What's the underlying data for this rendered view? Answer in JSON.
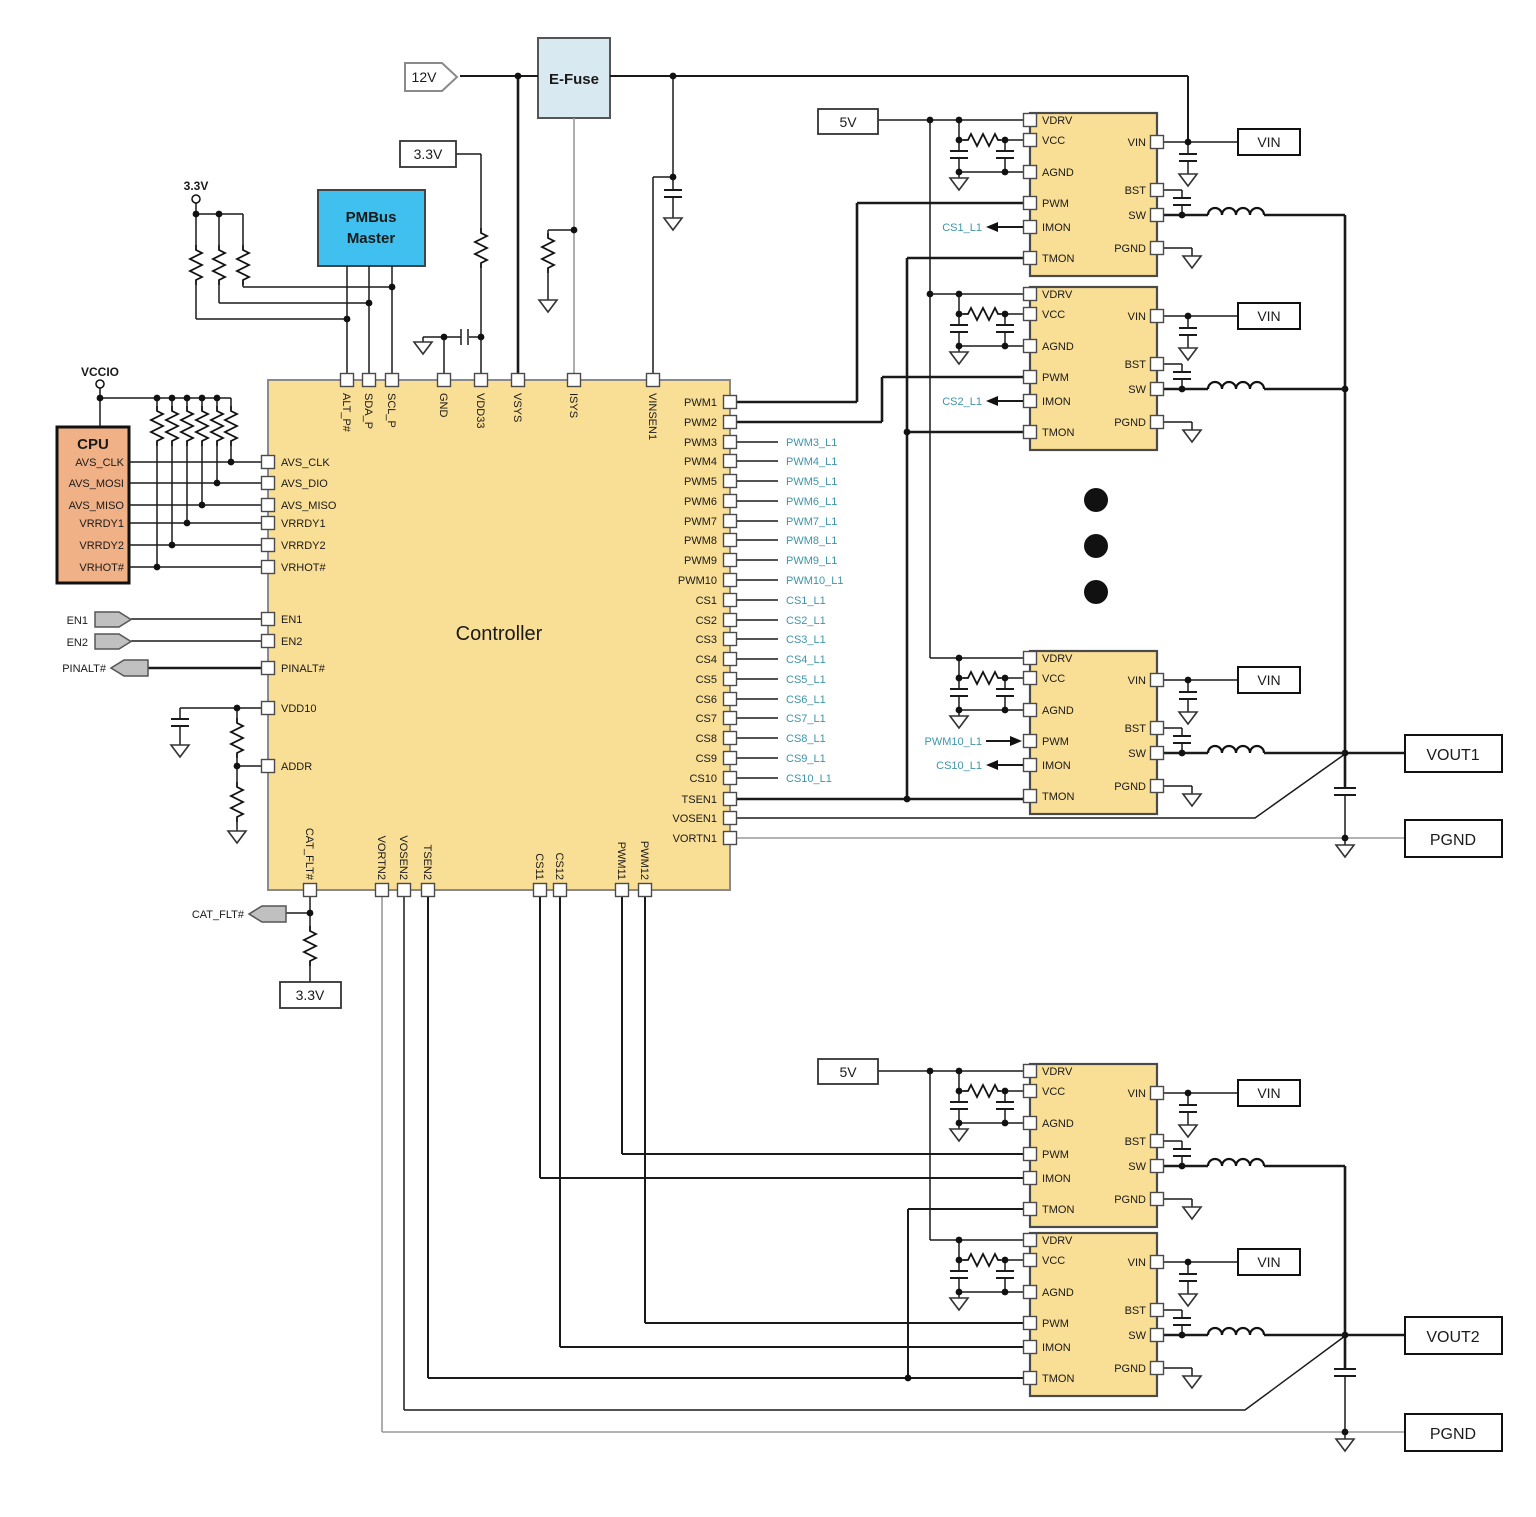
{
  "labels": {
    "v12": "12V",
    "v33": "3.3V",
    "v5": "5V",
    "vccio": "VCCIO",
    "vin": "VIN",
    "vout1": "VOUT1",
    "vout2": "VOUT2",
    "pgnd": "PGND"
  },
  "efuse": {
    "title": "E-Fuse"
  },
  "pmbus": {
    "line1": "PMBus",
    "line2": "Master"
  },
  "cpu": {
    "title": "CPU",
    "pins": [
      "AVS_CLK",
      "AVS_MOSI",
      "AVS_MISO",
      "VRRDY1",
      "VRRDY2",
      "VRHOT#"
    ]
  },
  "controller": {
    "label": "Controller",
    "left_pins": [
      "AVS_CLK",
      "AVS_DIO",
      "AVS_MISO",
      "VRRDY1",
      "VRRDY2",
      "VRHOT#",
      "EN1",
      "EN2",
      "PINALT#",
      "VDD10",
      "ADDR"
    ],
    "top_pins": [
      "ALT_P#",
      "SDA_P",
      "SCL_P",
      "GND",
      "VDD33",
      "VSYS",
      "ISYS",
      "VINSEN1"
    ],
    "right_pins": [
      {
        "label": "PWM1",
        "net": ""
      },
      {
        "label": "PWM2",
        "net": ""
      },
      {
        "label": "PWM3",
        "net": "PWM3_L1"
      },
      {
        "label": "PWM4",
        "net": "PWM4_L1"
      },
      {
        "label": "PWM5",
        "net": "PWM5_L1"
      },
      {
        "label": "PWM6",
        "net": "PWM6_L1"
      },
      {
        "label": "PWM7",
        "net": "PWM7_L1"
      },
      {
        "label": "PWM8",
        "net": "PWM8_L1"
      },
      {
        "label": "PWM9",
        "net": "PWM9_L1"
      },
      {
        "label": "PWM10",
        "net": "PWM10_L1"
      },
      {
        "label": "CS1",
        "net": "CS1_L1"
      },
      {
        "label": "CS2",
        "net": "CS2_L1"
      },
      {
        "label": "CS3",
        "net": "CS3_L1"
      },
      {
        "label": "CS4",
        "net": "CS4_L1"
      },
      {
        "label": "CS5",
        "net": "CS5_L1"
      },
      {
        "label": "CS6",
        "net": "CS6_L1"
      },
      {
        "label": "CS7",
        "net": "CS7_L1"
      },
      {
        "label": "CS8",
        "net": "CS8_L1"
      },
      {
        "label": "CS9",
        "net": "CS9_L1"
      },
      {
        "label": "CS10",
        "net": "CS10_L1"
      },
      {
        "label": "TSEN1",
        "net": ""
      },
      {
        "label": "VOSEN1",
        "net": ""
      },
      {
        "label": "VORTN1",
        "net": ""
      }
    ],
    "bottom_pins": [
      "CAT_FLT#",
      "VORTN2",
      "VOSEN2",
      "TSEN2",
      "CS11",
      "CS12",
      "PWM11",
      "PWM12"
    ]
  },
  "external_signals": {
    "en1": "EN1",
    "en2": "EN2",
    "pinalt": "PINALT#",
    "catflt": "CAT_FLT#"
  },
  "power_stage": {
    "left_pins": [
      "VDRV",
      "VCC",
      "AGND",
      "PWM",
      "IMON",
      "TMON"
    ],
    "right_pins": [
      "VIN",
      "BST",
      "SW",
      "PGND"
    ]
  },
  "stages": [
    {
      "pwm_net": "",
      "imon_net": "CS1_L1"
    },
    {
      "pwm_net": "",
      "imon_net": "CS2_L1"
    },
    {
      "pwm_net": "PWM10_L1",
      "imon_net": "CS10_L1"
    },
    {
      "pwm_net": "",
      "imon_net": ""
    },
    {
      "pwm_net": "",
      "imon_net": ""
    }
  ]
}
